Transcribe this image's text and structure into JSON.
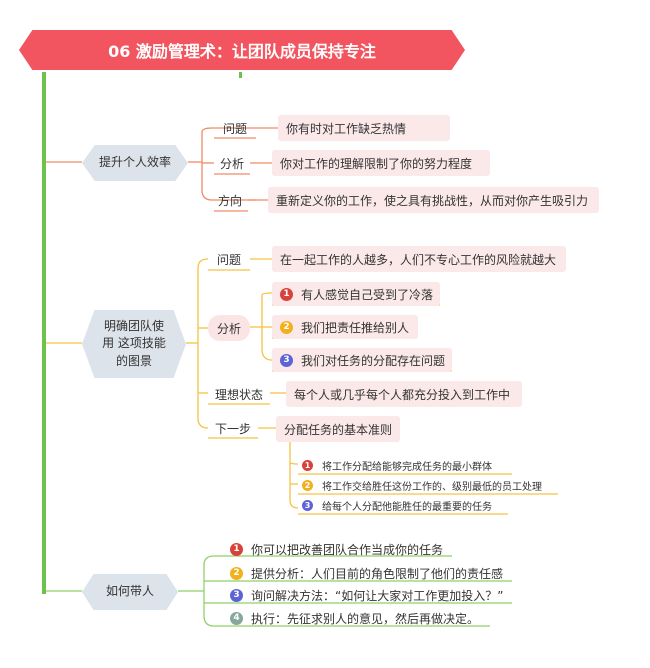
{
  "title": "06 激励管理术：让团队成员保持专注",
  "colors": {
    "title_bg": "#f2555f",
    "trunk": "#6cc24a",
    "branch1": "#f08a66",
    "branch2": "#f5c346",
    "branch3": "#8fd16b",
    "num1": "#d9423b",
    "num2": "#f2b01e",
    "num3": "#5b63d6",
    "num4": "#86a79c"
  },
  "branch1": {
    "label": "提升个人效率",
    "problem_label": "问题",
    "problem_text": "你有时对工作缺乏热情",
    "analysis_label": "分析",
    "analysis_text": "你对工作的理解限制了你的努力程度",
    "direction_label": "方向",
    "direction_text": "重新定义你的工作，使之具有挑战性，从而对你产生吸引力"
  },
  "branch2": {
    "label_line1": "明确团队使",
    "label_line2": "用  这项技能",
    "label_line3": "的图景",
    "problem_label": "问题",
    "problem_text": "在一起工作的人越多，人们不专心工作的风险就越大",
    "analysis_label": "分析",
    "analysis_items": [
      {
        "num": "1",
        "text": "有人感觉自己受到了冷落"
      },
      {
        "num": "2",
        "text": "我们把责任推给别人"
      },
      {
        "num": "3",
        "text": "我们对任务的分配存在问题"
      }
    ],
    "ideal_label": "理想状态",
    "ideal_text": "每个人或几乎每个人都充分投入到工作中",
    "next_label": "下一步",
    "next_text": "分配任务的基本准则",
    "next_items": [
      {
        "num": "1",
        "text": "将工作分配给能够完成任务的最小群体"
      },
      {
        "num": "2",
        "text": "将工作交给胜任这份工作的、级别最低的员工处理"
      },
      {
        "num": "3",
        "text": "给每个人分配他能胜任的最重要的任务"
      }
    ]
  },
  "branch3": {
    "label": "如何带人",
    "items": [
      {
        "num": "1",
        "text": "你可以把改善团队合作当成你的任务"
      },
      {
        "num": "2",
        "text": "提供分析：人们目前的角色限制了他们的责任感"
      },
      {
        "num": "3",
        "text": "询问解决方法：“如何让大家对工作更加投入？”"
      },
      {
        "num": "4",
        "text": "执行：先征求别人的意见，然后再做决定。"
      }
    ]
  }
}
